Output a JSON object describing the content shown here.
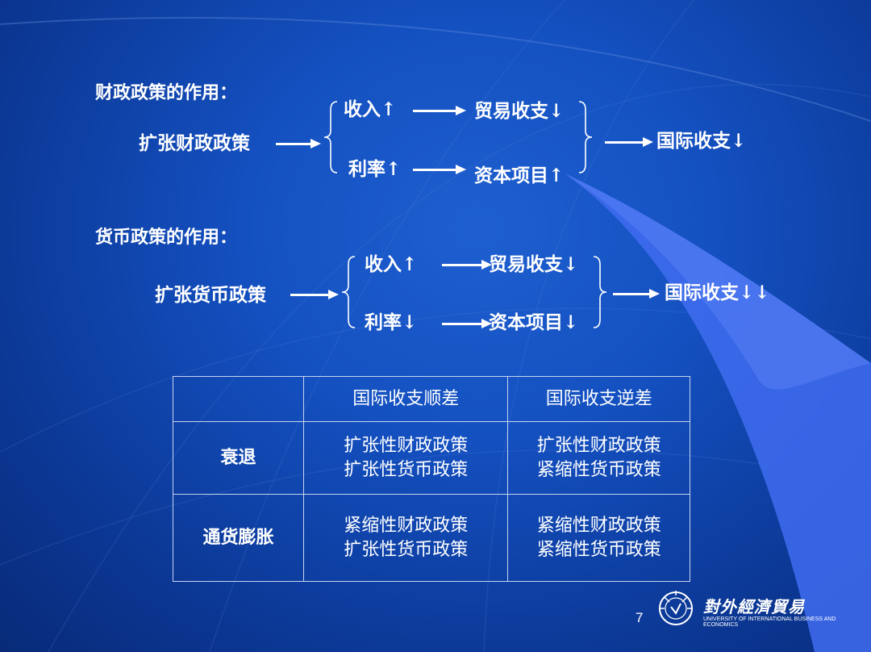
{
  "fiscal": {
    "heading": "财政政策的作用：",
    "policy": "扩张财政政策",
    "income": "收入↑",
    "rate": "利率↑",
    "trade": "贸易收支↓",
    "capital": "资本项目↑",
    "result": "国际收支↓"
  },
  "monetary": {
    "heading": "货币政策的作用：",
    "policy": "扩张货币政策",
    "income": "收入↑",
    "rate": "利率↓",
    "trade": "贸易收支↓",
    "capital": "资本项目↓",
    "result": "国际收支↓↓"
  },
  "table": {
    "corner": "",
    "col1": "国际收支顺差",
    "col2": "国际收支逆差",
    "rows": [
      {
        "label": "衰退",
        "c1": [
          "扩张性财政政策",
          "扩张性货币政策"
        ],
        "c2": [
          "扩张性财政政策",
          "紧缩性货币政策"
        ]
      },
      {
        "label": "通货膨胀",
        "c1": [
          "紧缩性财政政策",
          "扩张性货币政策"
        ],
        "c2": [
          "紧缩性财政政策",
          "紧缩性货币政策"
        ]
      }
    ]
  },
  "footer": {
    "page": "7",
    "logo_cn": "對外經濟貿易",
    "logo_en": "UNIVERSITY OF INTERNATIONAL BUSINESS AND ECONOMICS",
    "logo_icon": "university-seal-icon"
  },
  "colors": {
    "background": "#1450c0",
    "swoosh": "#3f6cf0",
    "text": "#ffffff"
  }
}
